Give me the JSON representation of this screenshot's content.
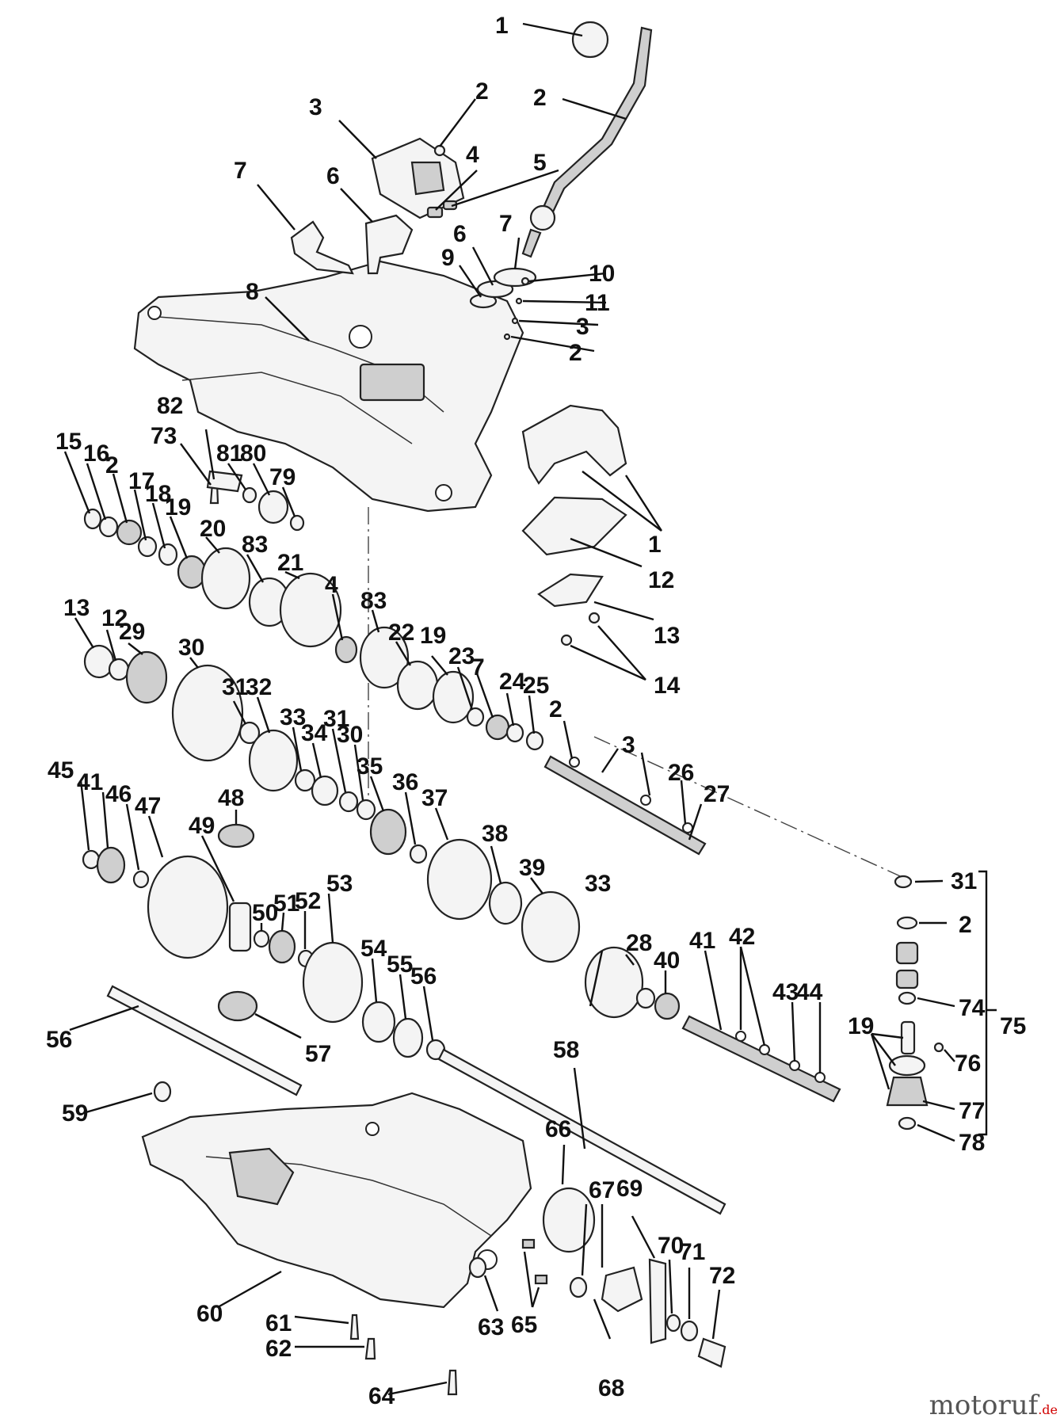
{
  "diagram": {
    "labels": [
      "1",
      "2",
      "3",
      "2",
      "4",
      "5",
      "6",
      "7",
      "8",
      "9",
      "6",
      "7",
      "10",
      "11",
      "3",
      "2",
      "1",
      "12",
      "13",
      "14",
      "15",
      "16",
      "2",
      "17",
      "18",
      "19",
      "20",
      "83",
      "21",
      "4",
      "83",
      "22",
      "19",
      "23",
      "7",
      "24",
      "25",
      "2",
      "3",
      "26",
      "27",
      "13",
      "12",
      "29",
      "30",
      "31",
      "32",
      "33",
      "34",
      "31",
      "30",
      "35",
      "36",
      "37",
      "38",
      "39",
      "33",
      "28",
      "40",
      "41",
      "42",
      "43",
      "44",
      "45",
      "41",
      "46",
      "47",
      "48",
      "49",
      "50",
      "51",
      "52",
      "53",
      "54",
      "55",
      "56",
      "57",
      "56",
      "58",
      "59",
      "60",
      "61",
      "62",
      "64",
      "63",
      "65",
      "66",
      "67",
      "68",
      "69",
      "70",
      "71",
      "72",
      "73",
      "82",
      "81",
      "80",
      "79",
      "31",
      "2",
      "74",
      "75",
      "19",
      "76",
      "77",
      "78"
    ]
  },
  "brand": {
    "name": "motoruf",
    "tld": ".de"
  }
}
